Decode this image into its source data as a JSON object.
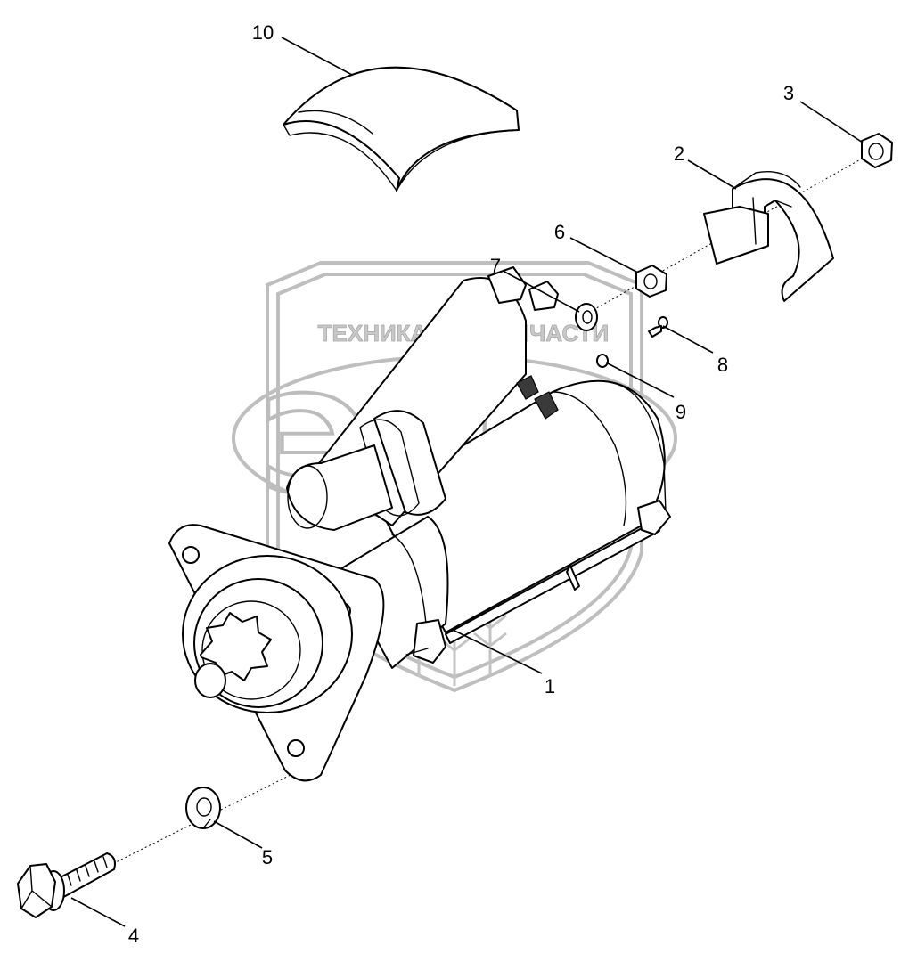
{
  "callouts": [
    {
      "id": "1",
      "label": "1"
    },
    {
      "id": "2",
      "label": "2"
    },
    {
      "id": "3",
      "label": "3"
    },
    {
      "id": "4",
      "label": "4"
    },
    {
      "id": "5",
      "label": "5"
    },
    {
      "id": "6",
      "label": "6"
    },
    {
      "id": "7",
      "label": "7"
    },
    {
      "id": "8",
      "label": "8"
    },
    {
      "id": "9",
      "label": "9"
    },
    {
      "id": "10",
      "label": "10"
    }
  ],
  "watermark": {
    "brand_left": "ТЕХНИКА",
    "brand_right": "ЗАПЧАСТИ",
    "logo_letters": "ЭПФ",
    "gear_icon": "gear-icon"
  },
  "colors": {
    "line": "#000000",
    "watermark": "#b8b8b8",
    "background": "#ffffff"
  }
}
